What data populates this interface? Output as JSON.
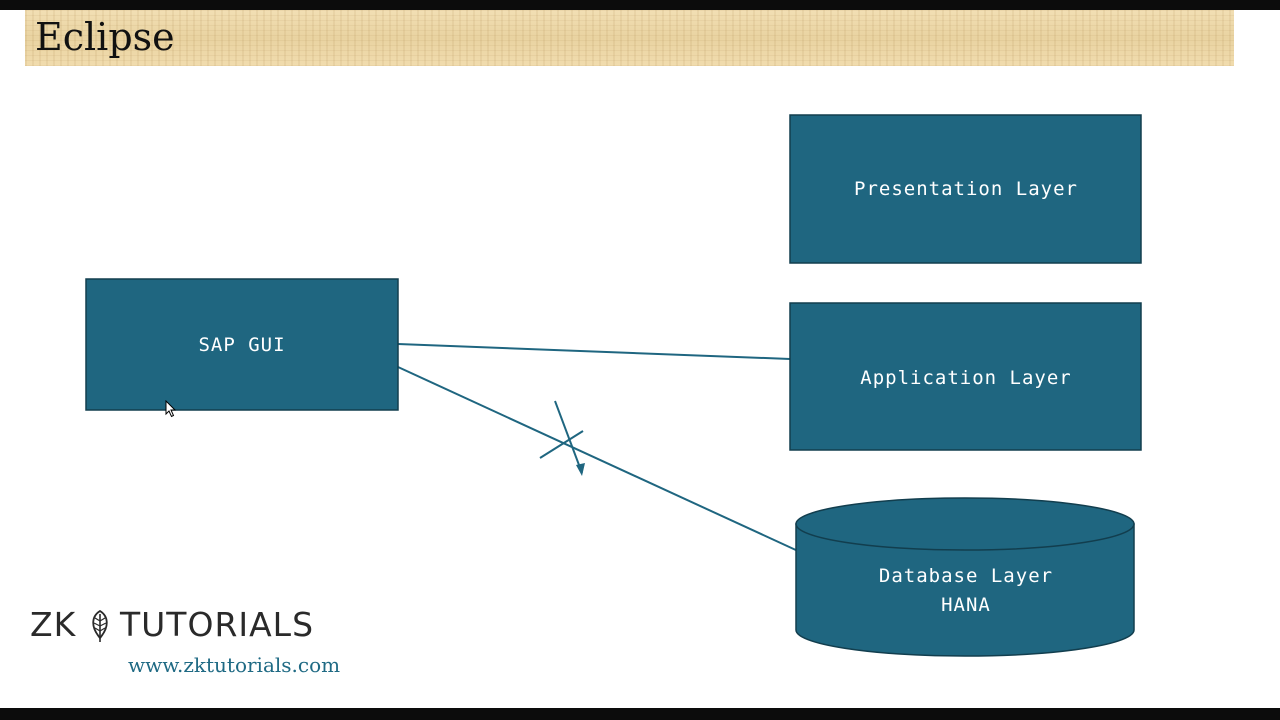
{
  "slide": {
    "title": "Eclipse"
  },
  "diagram": {
    "box_color": "#1f6680",
    "line_color": "#1f6680",
    "sap_gui": {
      "label": "SAP GUI"
    },
    "presentation_layer": {
      "label": "Presentation Layer"
    },
    "application_layer": {
      "label": "Application Layer"
    },
    "database_layer": {
      "label_line1": "Database Layer",
      "label_line2": "HANA"
    },
    "connections": [
      {
        "from": "SAP GUI",
        "to": "Application Layer",
        "status": "allowed"
      },
      {
        "from": "SAP GUI",
        "to": "Database Layer",
        "status": "blocked"
      }
    ]
  },
  "branding": {
    "logo_left": "ZK",
    "logo_right": "TUTORIALS",
    "logo_icon": "leaf-icon",
    "url": "www.zktutorials.com"
  }
}
